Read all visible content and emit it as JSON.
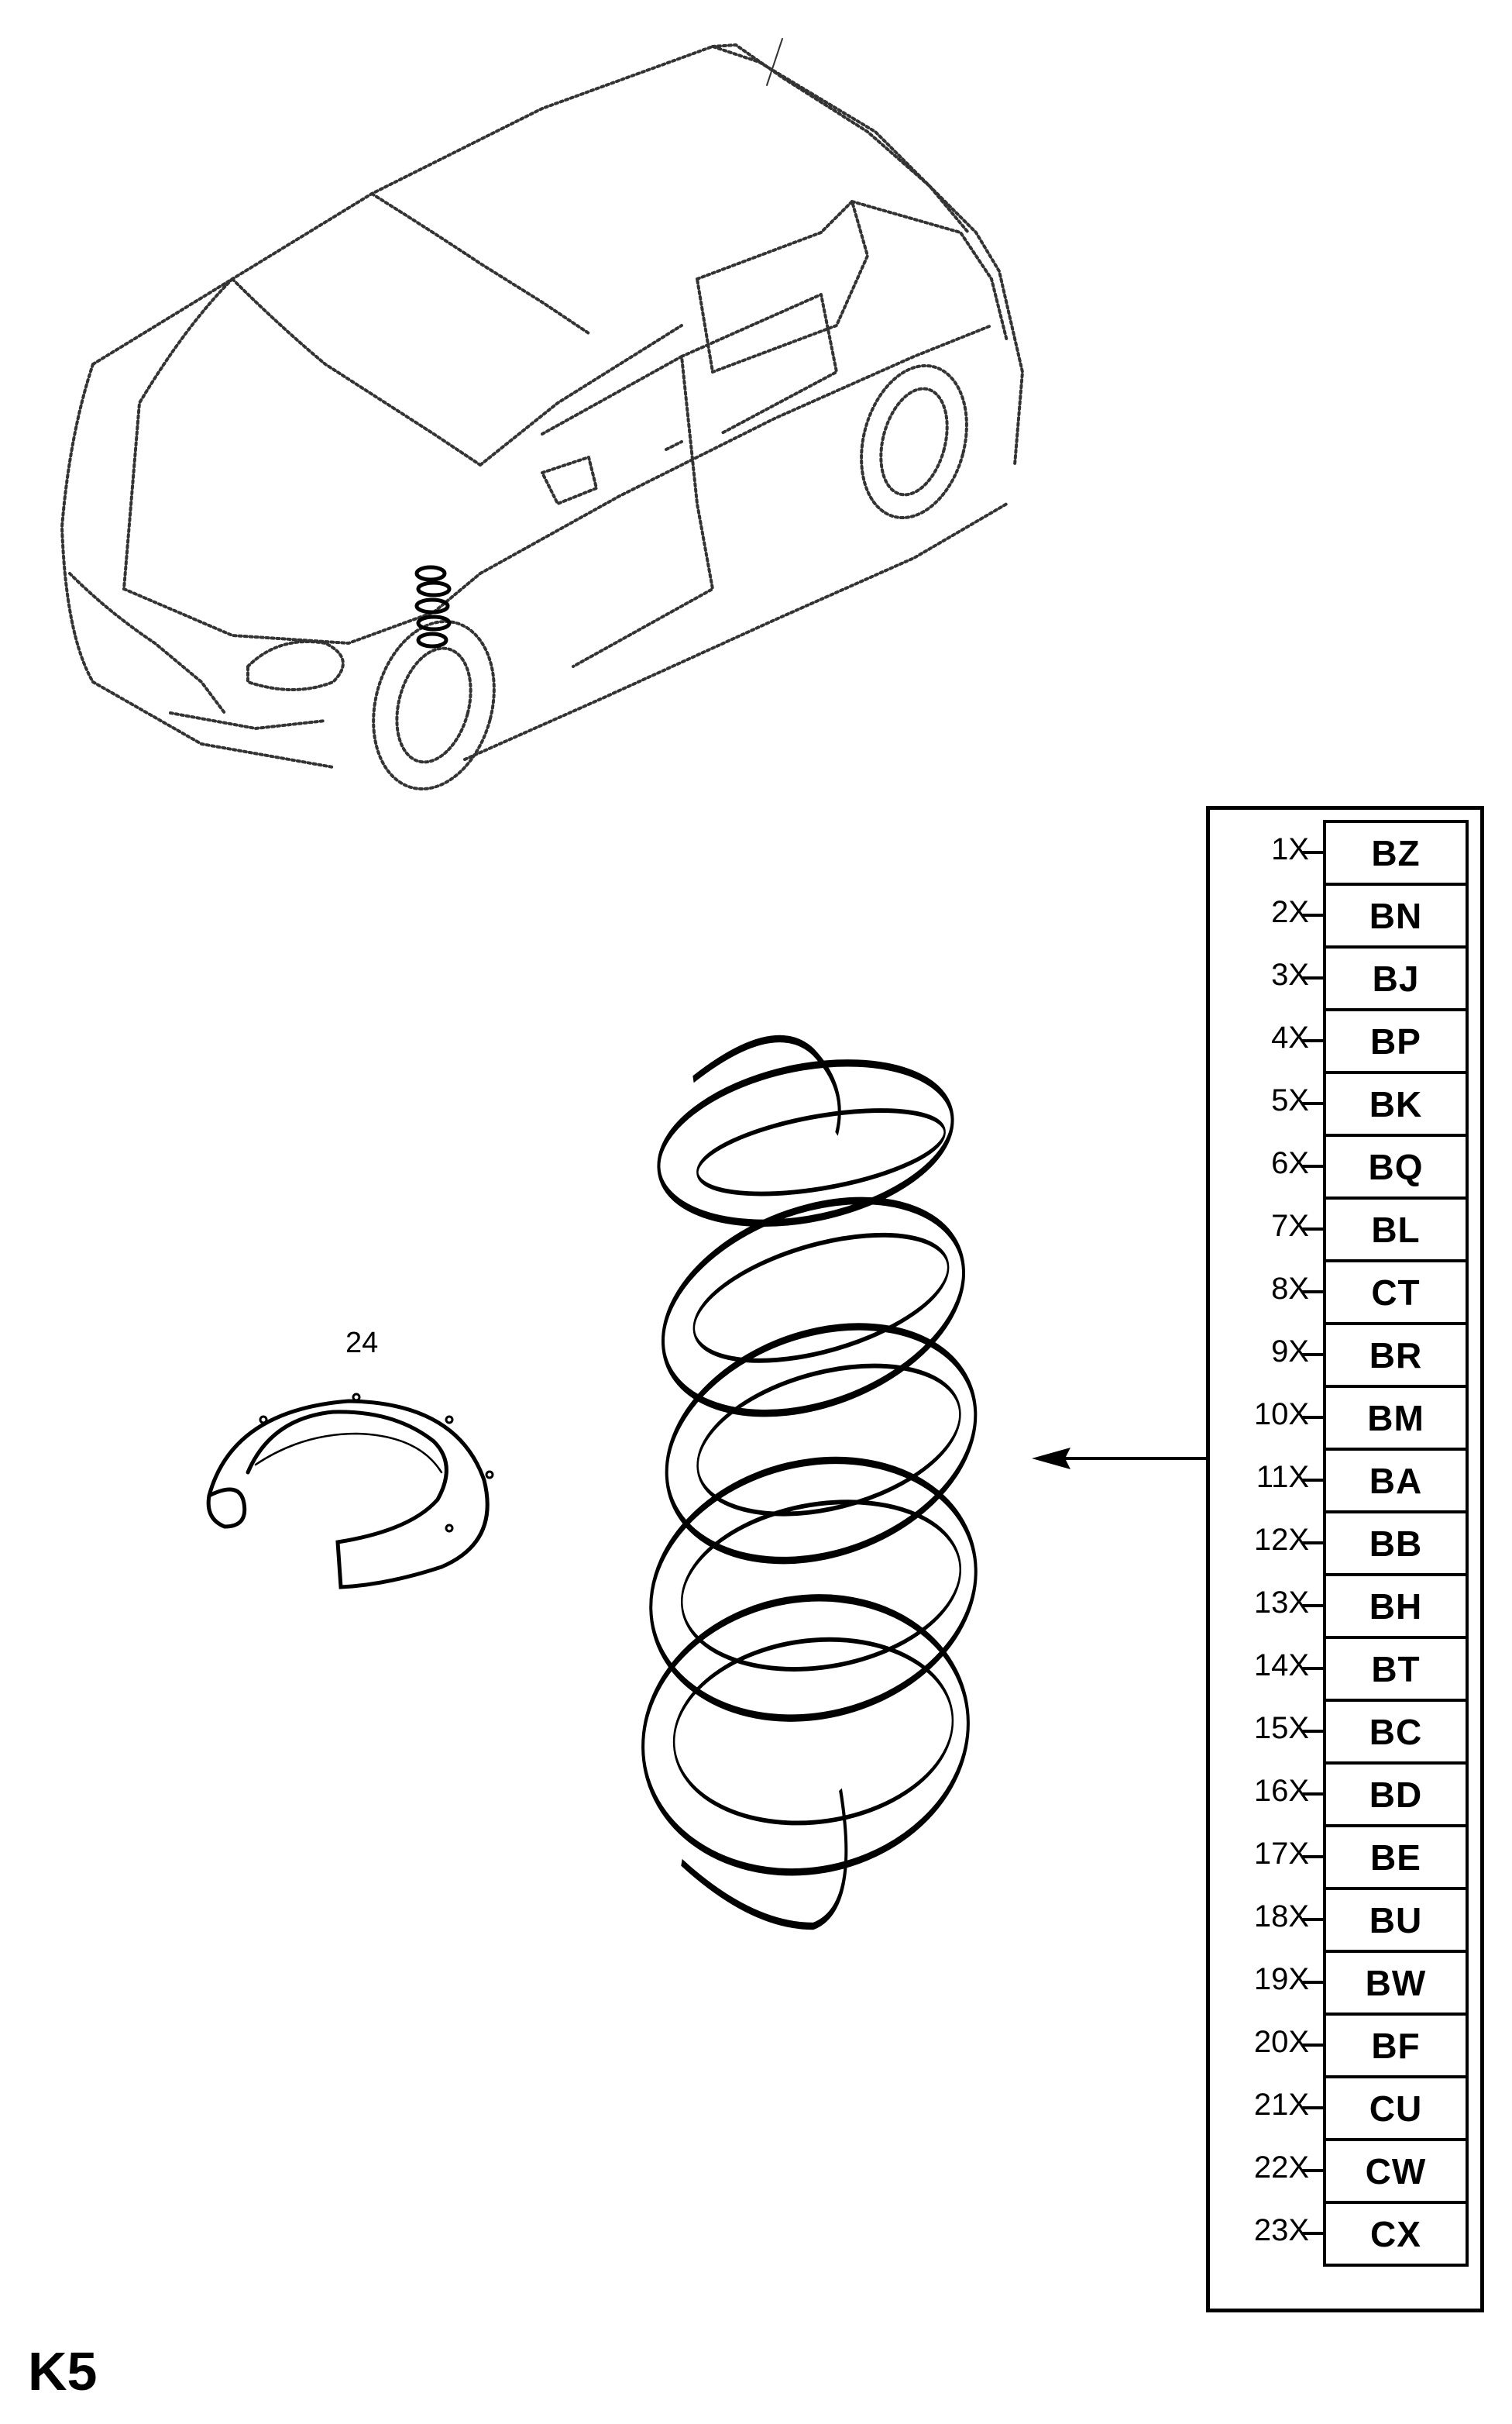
{
  "page": {
    "section_code": "K5",
    "background": "#ffffff",
    "ink": "#000000"
  },
  "overview": {
    "description": "Isometric dotted-line view of hatchback car with front coil spring highlighted"
  },
  "parts": {
    "spring": {
      "name": "front coil spring",
      "pointer": "arrow from legend to spring"
    },
    "seat": {
      "callout": "24",
      "name": "spring seat / insulator"
    }
  },
  "legend": {
    "rows": [
      {
        "qty": "1X",
        "code": "BZ"
      },
      {
        "qty": "2X",
        "code": "BN"
      },
      {
        "qty": "3X",
        "code": "BJ"
      },
      {
        "qty": "4X",
        "code": "BP"
      },
      {
        "qty": "5X",
        "code": "BK"
      },
      {
        "qty": "6X",
        "code": "BQ"
      },
      {
        "qty": "7X",
        "code": "BL"
      },
      {
        "qty": "8X",
        "code": "CT"
      },
      {
        "qty": "9X",
        "code": "BR"
      },
      {
        "qty": "10X",
        "code": "BM"
      },
      {
        "qty": "11X",
        "code": "BA"
      },
      {
        "qty": "12X",
        "code": "BB"
      },
      {
        "qty": "13X",
        "code": "BH"
      },
      {
        "qty": "14X",
        "code": "BT"
      },
      {
        "qty": "15X",
        "code": "BC"
      },
      {
        "qty": "16X",
        "code": "BD"
      },
      {
        "qty": "17X",
        "code": "BE"
      },
      {
        "qty": "18X",
        "code": "BU"
      },
      {
        "qty": "19X",
        "code": "BW"
      },
      {
        "qty": "20X",
        "code": "BF"
      },
      {
        "qty": "21X",
        "code": "CU"
      },
      {
        "qty": "22X",
        "code": "CW"
      },
      {
        "qty": "23X",
        "code": "CX"
      }
    ]
  }
}
